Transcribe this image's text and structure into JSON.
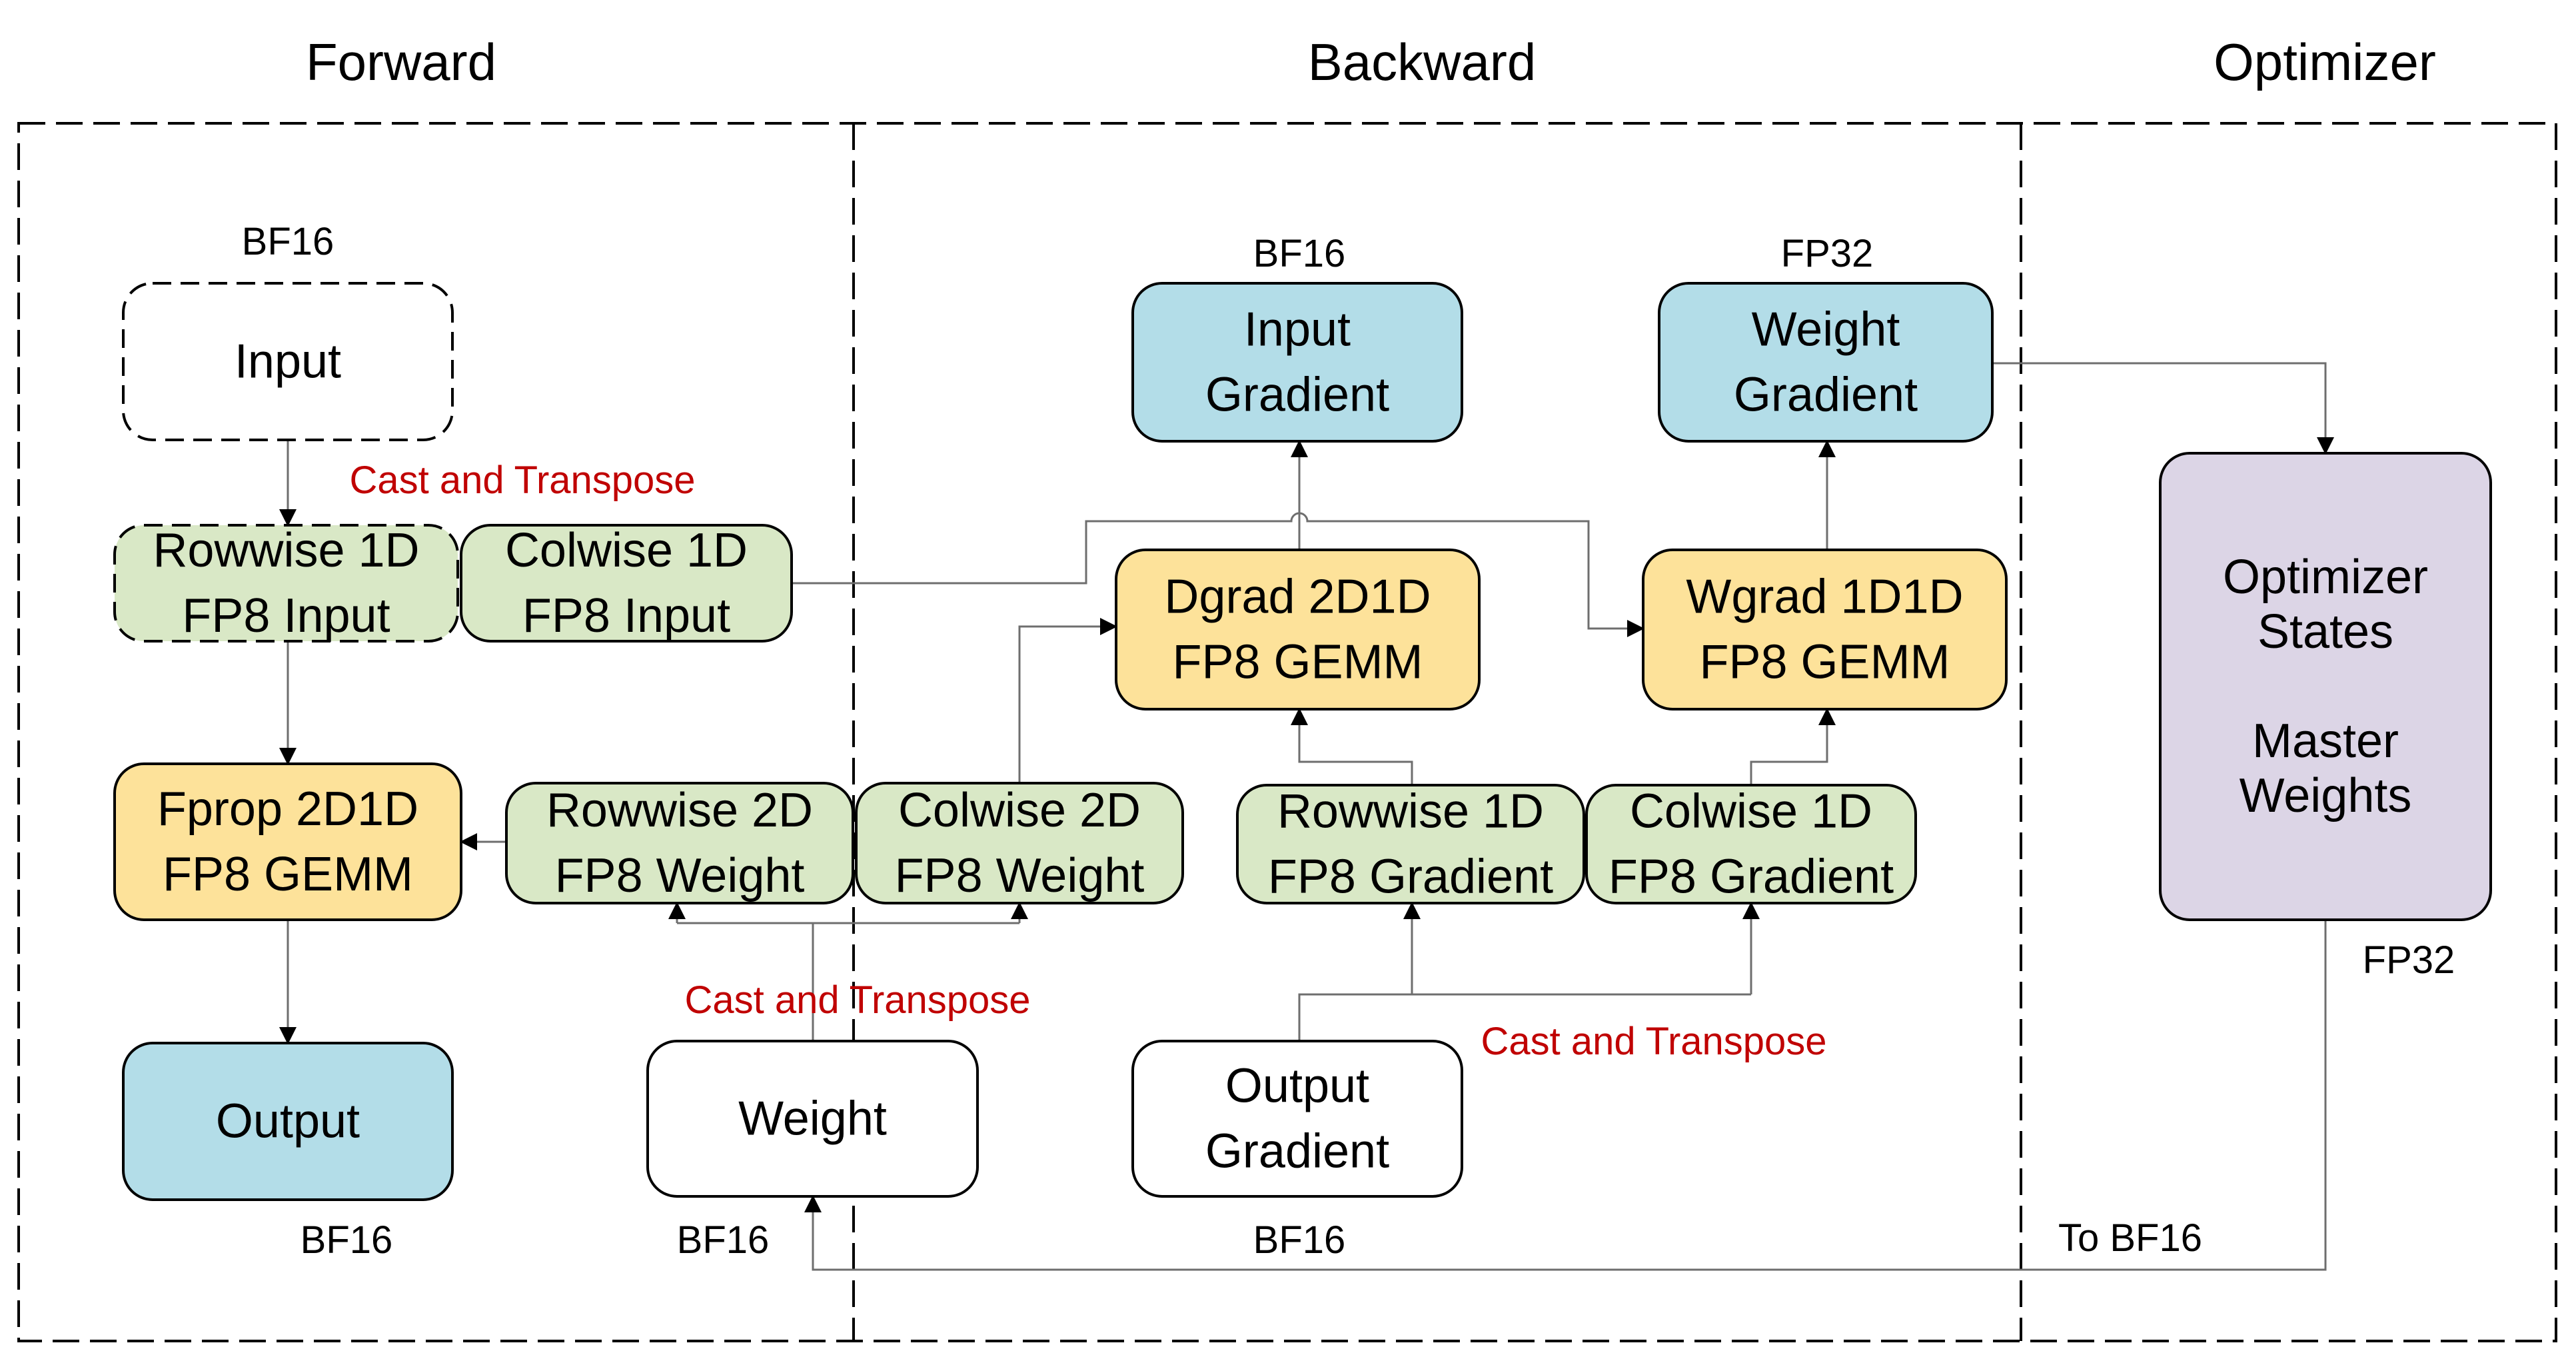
{
  "sections": {
    "forward": "Forward",
    "backward": "Backward",
    "optimizer": "Optimizer"
  },
  "nodes": {
    "input": {
      "lines": [
        "Input"
      ],
      "fill": "#ffffff",
      "dashed": true
    },
    "rowwise_1d_fp8_input": {
      "lines": [
        "Rowwise 1D",
        "FP8 Input"
      ],
      "fill": "#d9e8c6",
      "dashed": true
    },
    "colwise_1d_fp8_input": {
      "lines": [
        "Colwise 1D",
        "FP8 Input"
      ],
      "fill": "#d9e8c6",
      "dashed": false
    },
    "fprop_gemm": {
      "lines": [
        "Fprop 2D1D",
        "FP8 GEMM"
      ],
      "fill": "#fde29a",
      "dashed": false
    },
    "output": {
      "lines": [
        "Output"
      ],
      "fill": "#b3dde8",
      "dashed": false
    },
    "rowwise_2d_fp8_weight": {
      "lines": [
        "Rowwise 2D",
        "FP8 Weight"
      ],
      "fill": "#d9e8c6",
      "dashed": false
    },
    "colwise_2d_fp8_weight": {
      "lines": [
        "Colwise 2D",
        "FP8 Weight"
      ],
      "fill": "#d9e8c6",
      "dashed": false
    },
    "weight": {
      "lines": [
        "Weight"
      ],
      "fill": "#ffffff",
      "dashed": false
    },
    "input_gradient": {
      "lines": [
        "Input",
        "Gradient"
      ],
      "fill": "#b3dde8",
      "dashed": false
    },
    "dgrad_gemm": {
      "lines": [
        "Dgrad 2D1D",
        "FP8 GEMM"
      ],
      "fill": "#fde29a",
      "dashed": false
    },
    "rowwise_1d_fp8_gradient": {
      "lines": [
        "Rowwise 1D",
        "FP8 Gradient"
      ],
      "fill": "#d9e8c6",
      "dashed": false
    },
    "colwise_1d_fp8_gradient": {
      "lines": [
        "Colwise 1D",
        "FP8 Gradient"
      ],
      "fill": "#d9e8c6",
      "dashed": false
    },
    "output_gradient": {
      "lines": [
        "Output",
        "Gradient"
      ],
      "fill": "#ffffff",
      "dashed": false
    },
    "weight_gradient": {
      "lines": [
        "Weight",
        "Gradient"
      ],
      "fill": "#b3dde8",
      "dashed": false
    },
    "wgrad_gemm": {
      "lines": [
        "Wgrad 1D1D",
        "FP8 GEMM"
      ],
      "fill": "#fde29a",
      "dashed": false
    },
    "optimizer_states": {
      "lines": [
        "Optimizer",
        "States",
        "",
        "Master",
        "Weights"
      ],
      "fill": "#dcd5e6",
      "dashed": false
    }
  },
  "labels": {
    "input_dtype": "BF16",
    "output_dtype": "BF16",
    "weight_dtype": "BF16",
    "input_gradient_dtype": "BF16",
    "output_gradient_dtype": "BF16",
    "weight_gradient_dtype": "FP32",
    "optimizer_dtype": "FP32",
    "to_bf16": "To BF16",
    "cast_transpose_input": "Cast and Transpose",
    "cast_transpose_weight": "Cast and Transpose",
    "cast_transpose_gradient": "Cast and Transpose"
  },
  "colors": {
    "green_box": "#d9e8c6",
    "yellow_box": "#fde29a",
    "blue_box": "#b3dde8",
    "purple_box": "#dcd5e6",
    "label_red": "#c00000",
    "connector": "#6e6e6e"
  }
}
